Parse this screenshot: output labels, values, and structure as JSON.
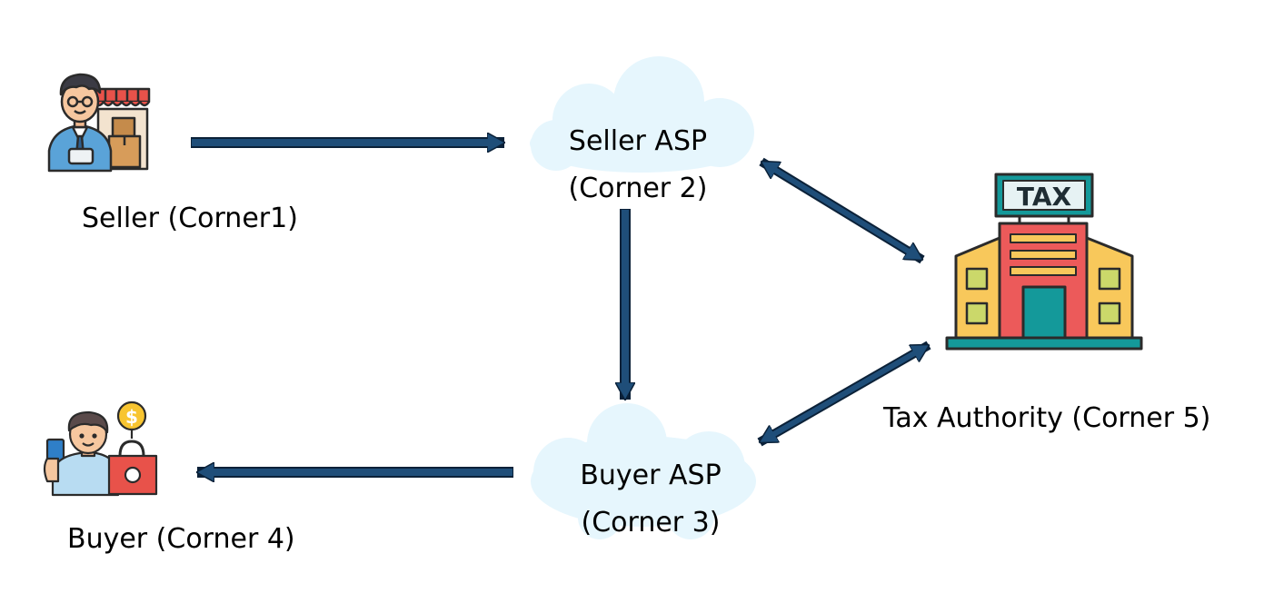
{
  "nodes": {
    "seller": {
      "label": "Seller (Corner1)",
      "icon": "shopkeeper-icon"
    },
    "seller_asp": {
      "line1": "Seller ASP",
      "line2": "(Corner 2)",
      "icon": "cloud-icon"
    },
    "buyer_asp": {
      "line1": "Buyer ASP",
      "line2": "(Corner 3)",
      "icon": "cloud-icon"
    },
    "buyer": {
      "label": "Buyer (Corner 4)",
      "icon": "shopper-icon"
    },
    "tax_authority": {
      "label": "Tax Authority (Corner 5)",
      "icon": "tax-building-icon",
      "sign_text": "TAX"
    }
  },
  "edges": [
    {
      "from": "seller",
      "to": "seller_asp",
      "direction": "one-way"
    },
    {
      "from": "seller_asp",
      "to": "buyer_asp",
      "direction": "one-way"
    },
    {
      "from": "buyer_asp",
      "to": "buyer",
      "direction": "one-way"
    },
    {
      "from": "seller_asp",
      "to": "tax_authority",
      "direction": "two-way"
    },
    {
      "from": "buyer_asp",
      "to": "tax_authority",
      "direction": "two-way"
    }
  ],
  "colors": {
    "arrow_fill": "#1f4e79",
    "arrow_outline": "#0b2138",
    "cloud_fill": "#e6f6fd",
    "text": "#000000"
  }
}
